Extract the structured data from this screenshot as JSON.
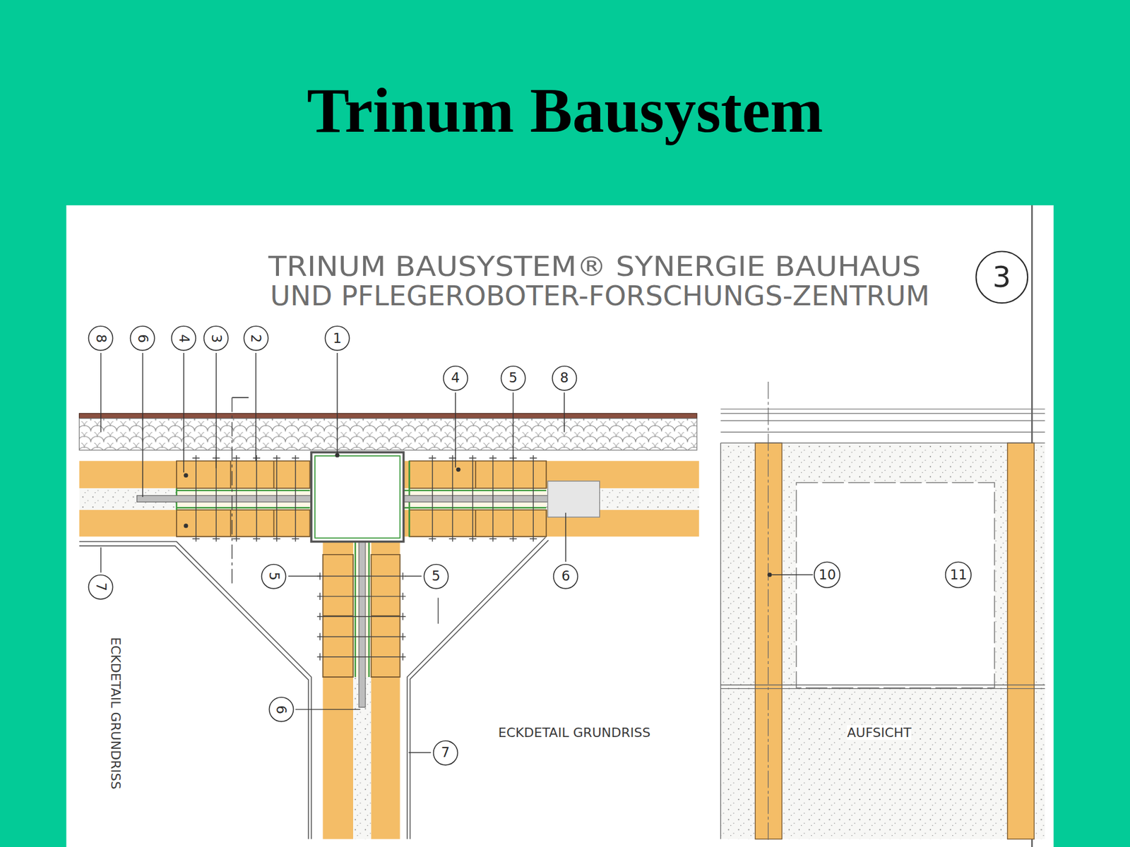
{
  "diagram": {
    "title": "Trinum Bausystem",
    "nodes": [
      {
        "text": [
          "3"
        ]
      },
      {
        "text": [
          "8"
        ]
      },
      {
        "text": [
          "6"
        ]
      },
      {
        "text": [
          "4"
        ]
      },
      {
        "text": [
          "3"
        ]
      },
      {
        "text": [
          "2"
        ]
      },
      {
        "text": [
          "1"
        ]
      },
      {
        "text": [
          "4"
        ]
      },
      {
        "text": [
          "5"
        ]
      },
      {
        "text": [
          "8"
        ]
      },
      {
        "text": [
          "7"
        ]
      },
      {
        "text": [
          "5"
        ]
      },
      {
        "text": [
          "5"
        ]
      },
      {
        "text": [
          "6"
        ]
      },
      {
        "text": [
          "10"
        ]
      },
      {
        "text": [
          "11"
        ]
      },
      {
        "text": [
          "6"
        ]
      },
      {
        "text": [
          "7"
        ]
      }
    ],
    "labels": [
      "TRINUM BAUSYSTEM® SYNERGIE BAUHAUS",
      "UND PFLEGEROBOTER-FORSCHUNGS-ZENTRUM",
      "ECKDETAIL GRUNDRISS",
      "ECKDETAIL GRUNDRISS",
      "AUFSICHT"
    ]
  }
}
